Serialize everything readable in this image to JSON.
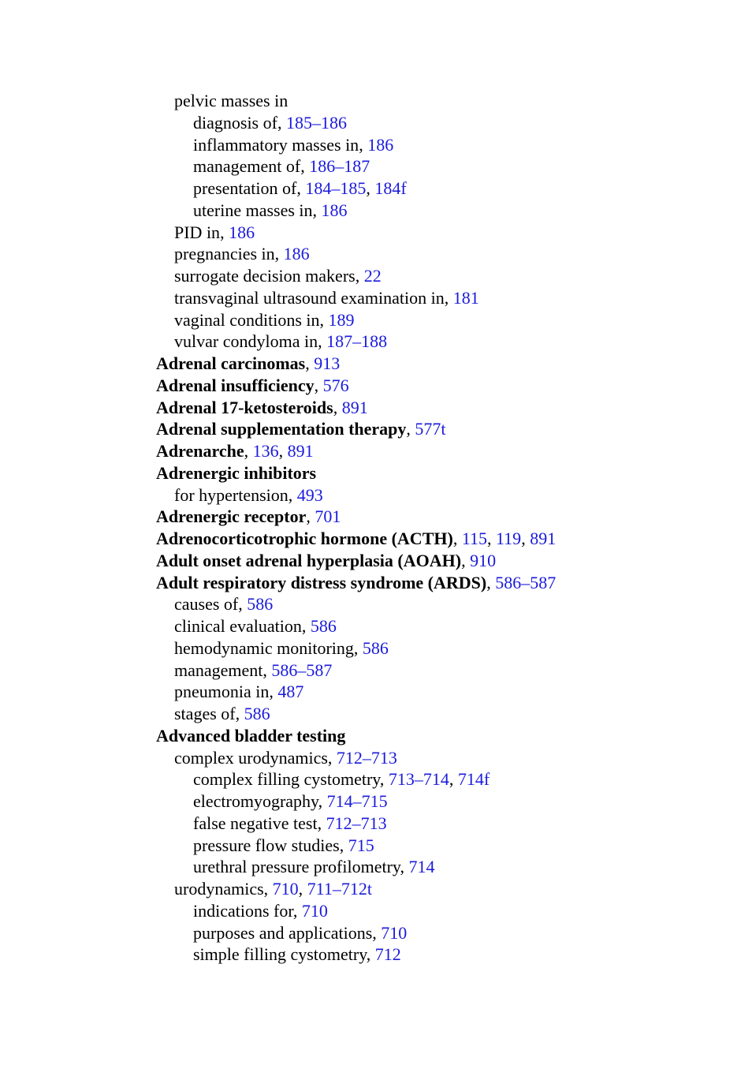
{
  "entries": [
    {
      "level": 1,
      "term": "pelvic masses in",
      "refs": []
    },
    {
      "level": 2,
      "term": "diagnosis of",
      "refs": [
        "185–186"
      ]
    },
    {
      "level": 2,
      "term": "inflammatory masses in",
      "refs": [
        "186"
      ]
    },
    {
      "level": 2,
      "term": "management of",
      "refs": [
        "186–187"
      ]
    },
    {
      "level": 2,
      "term": "presentation of",
      "refs": [
        "184–185",
        "184f"
      ]
    },
    {
      "level": 2,
      "term": "uterine masses in",
      "refs": [
        "186"
      ]
    },
    {
      "level": 1,
      "term": "PID in",
      "refs": [
        "186"
      ]
    },
    {
      "level": 1,
      "term": "pregnancies in",
      "refs": [
        "186"
      ]
    },
    {
      "level": 1,
      "term": "surrogate decision makers",
      "refs": [
        "22"
      ]
    },
    {
      "level": 1,
      "term": "transvaginal ultrasound examination in",
      "refs": [
        "181"
      ]
    },
    {
      "level": 1,
      "term": "vaginal conditions in",
      "refs": [
        "189"
      ]
    },
    {
      "level": 1,
      "term": "vulvar condyloma in",
      "refs": [
        "187–188"
      ]
    },
    {
      "level": 0,
      "bold": true,
      "term": "Adrenal carcinomas",
      "refs": [
        "913"
      ]
    },
    {
      "level": 0,
      "bold": true,
      "term": "Adrenal insufficiency",
      "refs": [
        "576"
      ]
    },
    {
      "level": 0,
      "bold": true,
      "term": "Adrenal 17-ketosteroids",
      "refs": [
        "891"
      ]
    },
    {
      "level": 0,
      "bold": true,
      "term": "Adrenal supplementation therapy",
      "refs": [
        "577t"
      ]
    },
    {
      "level": 0,
      "bold": true,
      "term": "Adrenarche",
      "refs": [
        "136",
        "891"
      ]
    },
    {
      "level": 0,
      "bold": true,
      "term": "Adrenergic inhibitors",
      "refs": []
    },
    {
      "level": 1,
      "term": "for hypertension",
      "refs": [
        "493"
      ]
    },
    {
      "level": 0,
      "bold": true,
      "term": "Adrenergic receptor",
      "refs": [
        "701"
      ]
    },
    {
      "level": 0,
      "bold": true,
      "term": "Adrenocorticotrophic hormone (ACTH)",
      "refs": [
        "115",
        "119",
        "891"
      ]
    },
    {
      "level": 0,
      "bold": true,
      "term": "Adult onset adrenal hyperplasia (AOAH)",
      "refs": [
        "910"
      ]
    },
    {
      "level": 0,
      "bold": true,
      "term": "Adult respiratory distress syndrome (ARDS)",
      "refs": [
        "586–587"
      ]
    },
    {
      "level": 1,
      "term": "causes of",
      "refs": [
        "586"
      ]
    },
    {
      "level": 1,
      "term": "clinical evaluation",
      "refs": [
        "586"
      ]
    },
    {
      "level": 1,
      "term": "hemodynamic monitoring",
      "refs": [
        "586"
      ]
    },
    {
      "level": 1,
      "term": "management",
      "refs": [
        "586–587"
      ]
    },
    {
      "level": 1,
      "term": "pneumonia in",
      "refs": [
        "487"
      ]
    },
    {
      "level": 1,
      "term": "stages of",
      "refs": [
        "586"
      ]
    },
    {
      "level": 0,
      "bold": true,
      "term": "Advanced bladder testing",
      "refs": []
    },
    {
      "level": 1,
      "term": "complex urodynamics",
      "refs": [
        "712–713"
      ]
    },
    {
      "level": 2,
      "term": "complex filling cystometry",
      "refs": [
        "713–714",
        "714f"
      ]
    },
    {
      "level": 2,
      "term": "electromyography",
      "refs": [
        "714–715"
      ]
    },
    {
      "level": 2,
      "term": "false negative test",
      "refs": [
        "712–713"
      ]
    },
    {
      "level": 2,
      "term": "pressure flow studies",
      "refs": [
        "715"
      ]
    },
    {
      "level": 2,
      "term": "urethral pressure profilometry",
      "refs": [
        "714"
      ]
    },
    {
      "level": 1,
      "term": "urodynamics",
      "refs": [
        "710",
        "711–712t"
      ]
    },
    {
      "level": 2,
      "term": "indications for",
      "refs": [
        "710"
      ]
    },
    {
      "level": 2,
      "term": "purposes and applications",
      "refs": [
        "710"
      ]
    },
    {
      "level": 2,
      "term": "simple filling cystometry",
      "refs": [
        "712"
      ]
    }
  ],
  "colors": {
    "text": "#000000",
    "link": "#1a1adc",
    "background": "#ffffff"
  }
}
